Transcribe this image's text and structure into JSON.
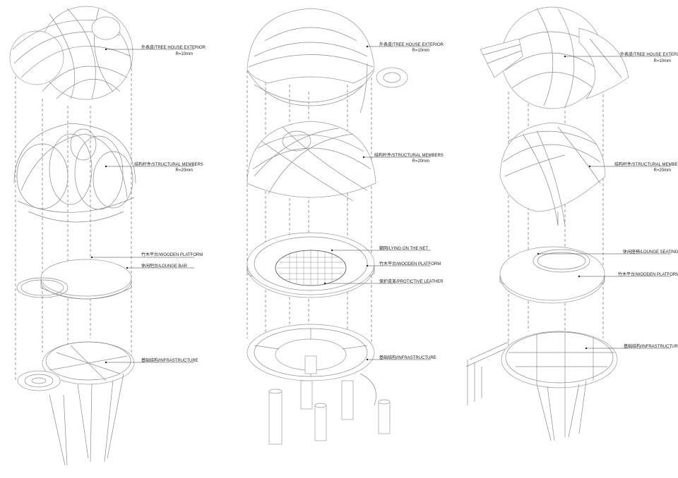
{
  "colors": {
    "line": "#8a8a8a",
    "label": "#222222",
    "background": "#ffffff"
  },
  "labels": {
    "a_exterior": "外表皮/TREE HOUSE EXTERIOR",
    "a_exterior_r": "R=10mm",
    "a_structure": "结构杆件/STRUCTURAL MEMBERS",
    "a_structure_r": "R=20mm",
    "a_platform": "竹木平台/WOODEN PLATFORM",
    "a_bar": "休闲吧台/LOUNGE BAR",
    "a_infra": "基础结构/INFRASTRUCTURE",
    "b_exterior": "外表皮/TREE HOUSE EXTERIOR",
    "b_exterior_r": "R=10mm",
    "b_structure": "结构杆件/STRUCTURAL MEMBERS",
    "b_structure_r": "R=20mm",
    "b_net": "躺网/LYING ON THE NET",
    "b_platform": "竹木平台/WOODEN PLATFORM",
    "b_leather": "保护皮革/PROTICTIVE LEATHER",
    "b_infra": "基础结构/INFRASTRUCTURE",
    "c_exterior": "外表皮/TREE HOUSE EXTERIOR",
    "c_exterior_r": "R=10mm",
    "c_structure": "结构杆件/STRUCTURAL MEMBERS",
    "c_structure_r": "R=20mm",
    "c_seating": "休闲座椅/LOUNGE SEATING",
    "c_platform": "竹木平台/WOODEN PLATFORM",
    "c_infra": "基础结构/INFRASTRUCTURE"
  }
}
